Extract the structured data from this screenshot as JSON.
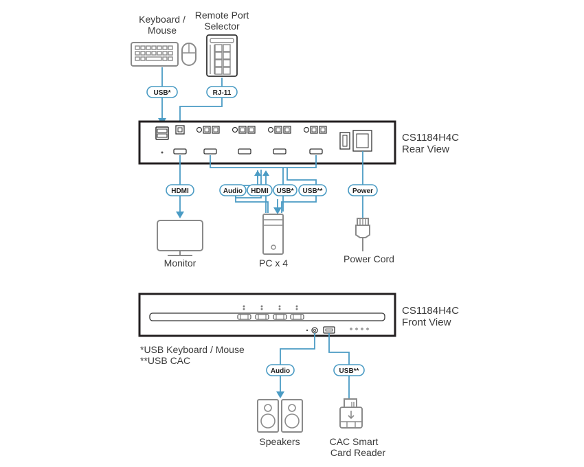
{
  "devices": {
    "keyboard_mouse": "Keyboard /\nMouse",
    "keyboard_mouse_line1": "Keyboard /",
    "keyboard_mouse_line2": "Mouse",
    "remote_port_line1": "Remote Port",
    "remote_port_line2": "Selector",
    "monitor": "Monitor",
    "pc": "PC x 4",
    "power_cord": "Power Cord",
    "speakers": "Speakers",
    "cac_line1": "CAC Smart",
    "cac_line2": "Card Reader"
  },
  "views": {
    "rear_model": "CS1184H4C",
    "rear_label": "Rear View",
    "front_model": "CS1184H4C",
    "front_label": "Front View"
  },
  "connectors": {
    "usb_kbm": "USB*",
    "rj11": "RJ-11",
    "hdmi_monitor": "HDMI",
    "audio_pc": "Audio",
    "hdmi_pc": "HDMI",
    "usb_pc": "USB*",
    "usbcac_pc": "USB**",
    "power": "Power",
    "audio_front": "Audio",
    "usbcac_front": "USB**"
  },
  "footnotes": {
    "note1": "*USB Keyboard / Mouse",
    "note2": "**USB CAC"
  },
  "colors": {
    "wire": "#4a9bc4",
    "device_outline": "#8a8a8a",
    "chassis": "#231f20"
  }
}
